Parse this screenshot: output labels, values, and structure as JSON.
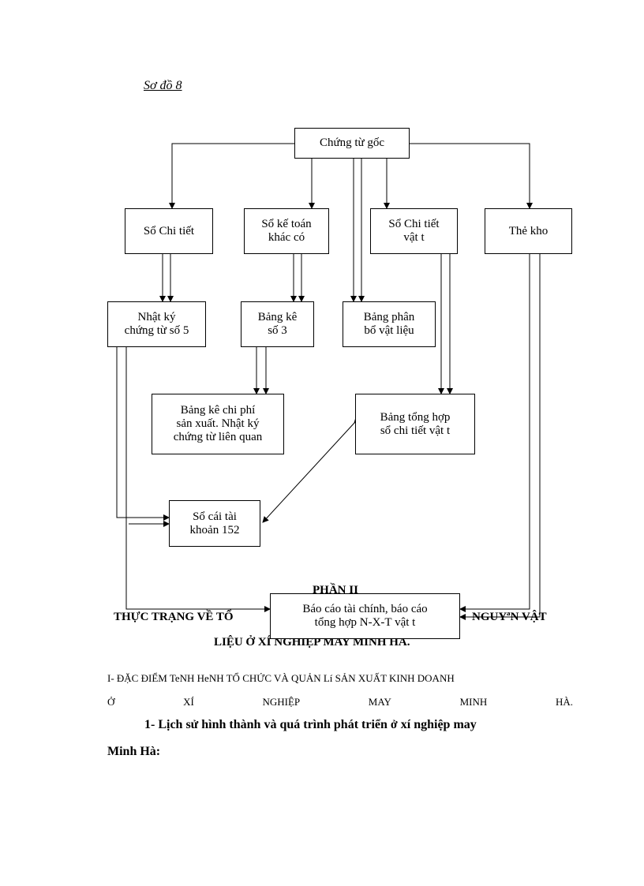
{
  "diagram": {
    "caption": "Sơ đồ 8",
    "nodes": {
      "chung_tu_goc": "Chứng từ gốc",
      "so_chi_tiet": "Sổ Chi tiết",
      "so_ke_toan": [
        "Sổ kế toán",
        "khác có"
      ],
      "so_chi_tiet_vat_t": [
        "Sổ Chi tiết",
        "vật t"
      ],
      "the_kho": "Thẻ kho",
      "nhat_ky_ct5": [
        "Nhật ký",
        "chứng từ số 5"
      ],
      "bang_ke_so3": [
        "Bảng kê",
        "số 3"
      ],
      "bang_phan_bo": [
        "Bảng phân",
        "bổ vật liệu"
      ],
      "bang_ke_chi_phi": [
        "Bảng kê chi phí",
        "sản xuất. Nhật ký",
        "chứng từ liên quan"
      ],
      "bang_tong_hop": [
        "Bảng tổng hợp",
        "sổ chi tiết vật t"
      ],
      "so_cai": [
        "Sổ cái tài",
        "khoản 152"
      ],
      "bao_cao": [
        "Báo cáo tài chính, báo cáo",
        "tổng hợp N-X-T vật t"
      ]
    }
  },
  "document": {
    "part_heading": "PHẦN II",
    "title_line1_left": "THỰC TRẠNG VỀ TỔ",
    "title_line1_right": "NGUYªN VẬT",
    "title_line2": "LIỆU Ở XÍ NGHIỆP MAY MINH HÀ.",
    "section_title_line1": "I- ĐẶC ĐIỂM TeNH HeNH TỔ CHỨC VÀ QUẢN Lí SẢN XUẤT KINH DOANH",
    "section_title_line2": [
      "Ở",
      "XÍ",
      "NGHIỆP",
      "MAY",
      "MINH",
      "HÀ."
    ],
    "subsection_line1": "1- Lịch sử hình thành và quá trình phát triển ở xí nghiệp may",
    "subsection_line2": "Minh Hà:"
  }
}
